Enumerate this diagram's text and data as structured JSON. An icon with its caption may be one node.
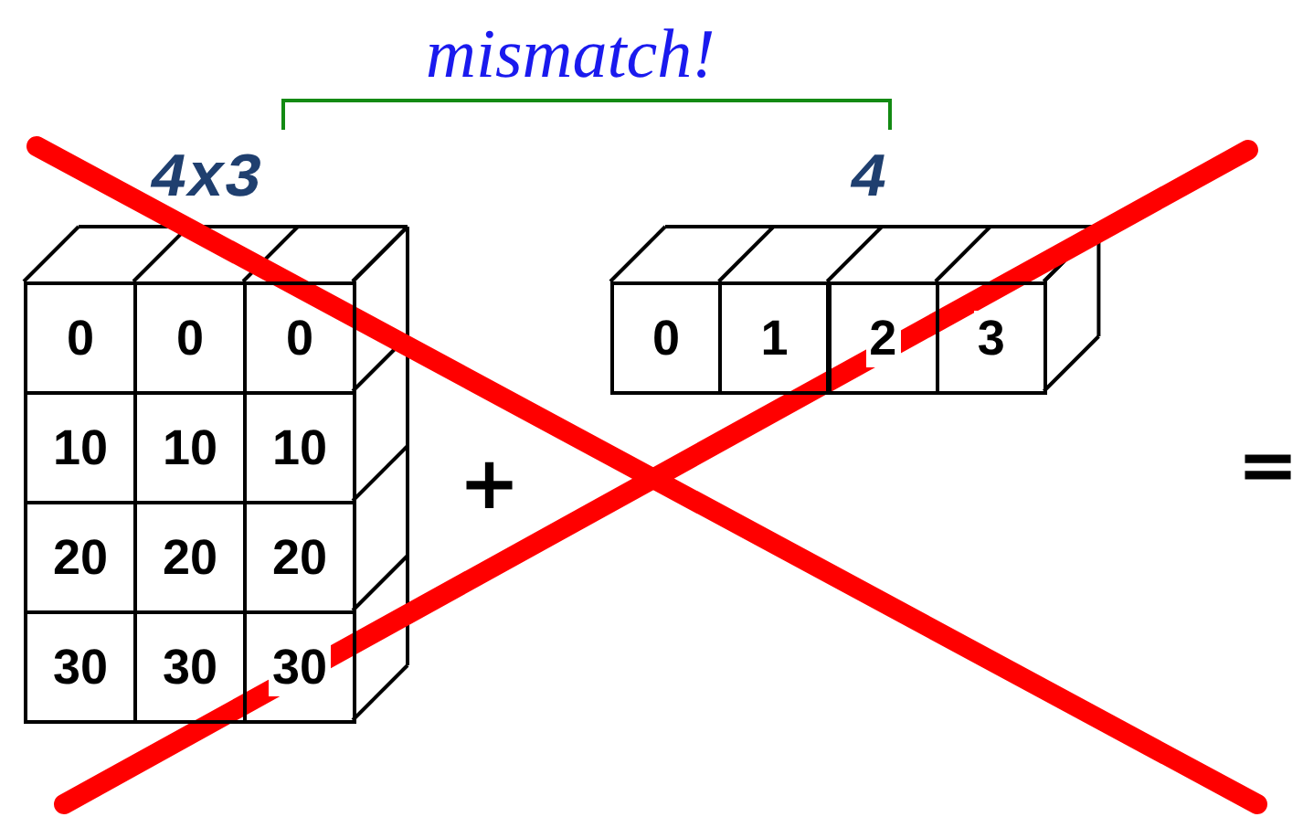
{
  "diagram": {
    "labels": [
      "mismatch!",
      "4x3",
      "4",
      "0",
      "0",
      "0",
      "10",
      "10",
      "10",
      "20",
      "20",
      "20",
      "30",
      "30",
      "30",
      "0",
      "1",
      "2",
      "3",
      "+",
      "="
    ]
  }
}
